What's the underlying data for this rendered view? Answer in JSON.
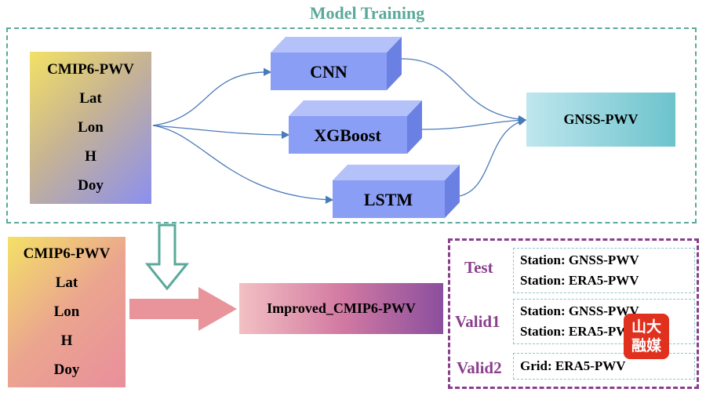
{
  "title": "Model Training",
  "inputs_top": [
    "CMIP6-PWV",
    "Lat",
    "Lon",
    "H",
    "Doy"
  ],
  "inputs_bottom": [
    "CMIP6-PWV",
    "Lat",
    "Lon",
    "H",
    "Doy"
  ],
  "models": {
    "cnn": "CNN",
    "xgboost": "XGBoost",
    "lstm": "LSTM"
  },
  "target": "GNSS-PWV",
  "output": "Improved_CMIP6-PWV",
  "validation": {
    "test": {
      "label": "Test",
      "items": [
        "Station: GNSS-PWV",
        "Station: ERA5-PWV"
      ]
    },
    "valid1": {
      "label": "Valid1",
      "items": [
        "Station: GNSS-PWV",
        "Station: ERA5-PWV"
      ]
    },
    "valid2": {
      "label": "Valid2",
      "items": [
        "Grid: ERA5-PWV"
      ]
    }
  },
  "logo_text": "山大融媒",
  "colors": {
    "teal": "#5aa99a",
    "purple": "#8a3f8c",
    "cube": "#8b9ef5",
    "arrow_pink": "#e8949a"
  }
}
